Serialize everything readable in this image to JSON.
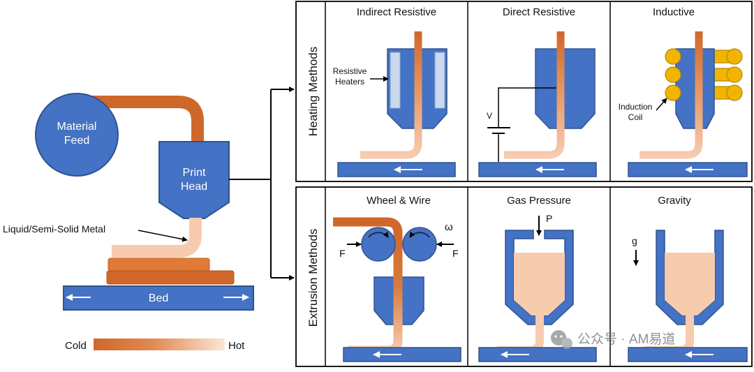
{
  "colors": {
    "blue": "#4472c4",
    "blue_dark": "#2f528f",
    "orange": "#d0672a",
    "peach": "#f7cbad",
    "heater": "#c9d9f0",
    "coil": "#f1b400",
    "coil_edge": "#b98800"
  },
  "left_diagram": {
    "material_feed": "Material\nFeed",
    "print_head": "Print\nHead",
    "liquid_label": "Liquid/Semi-Solid Metal",
    "bed_label": "Bed",
    "scale_cold": "Cold",
    "scale_hot": "Hot"
  },
  "heating": {
    "section_title": "Heating Methods",
    "panels": [
      {
        "title": "Indirect Resistive",
        "callout": "Resistive\nHeaters"
      },
      {
        "title": "Direct Resistive",
        "voltage": "V"
      },
      {
        "title": "Inductive",
        "callout": "Induction\nCoil"
      }
    ]
  },
  "extrusion": {
    "section_title": "Extrusion Methods",
    "panels": [
      {
        "title": "Wheel & Wire",
        "force": "F",
        "omega": "ω"
      },
      {
        "title": "Gas Pressure",
        "pressure": "P"
      },
      {
        "title": "Gravity",
        "gravity": "g"
      }
    ]
  },
  "watermark": "公众号 · AM易道"
}
